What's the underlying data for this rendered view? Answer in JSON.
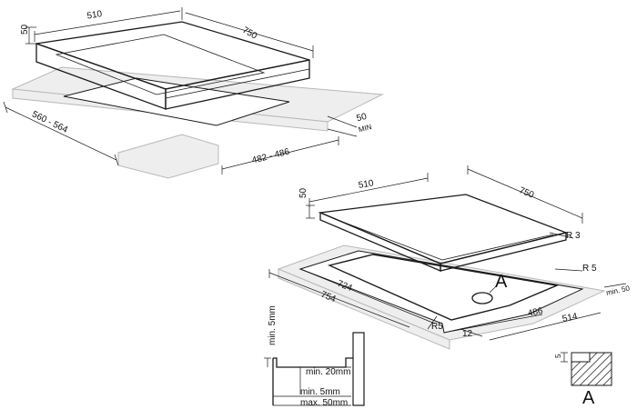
{
  "top_diagram": {
    "hob_width": "510",
    "hob_depth": "750",
    "hob_height": "50",
    "cutout_width": "560 - 564",
    "cutout_depth": "482 - 486",
    "min_clearance": "50",
    "min_clearance_unit": "MIN"
  },
  "bottom_diagram": {
    "hob_width": "510",
    "hob_depth": "750",
    "hob_height": "50",
    "corner_radius_hob": "R 3",
    "corner_radius_recess": "R 5",
    "clearance": "min. 50",
    "recess_depth_a": "724",
    "recess_depth_b": "754",
    "cutout_depth": "486",
    "recess_depth": "514",
    "corner_radius_cutout": "R5",
    "rebate": "12",
    "detail_marker": "A"
  },
  "section_detail": {
    "label_top": "min. 5mm",
    "label_mid": "min. 20mm",
    "label_low": "min. 5mm",
    "label_bottom": "max. 50mm"
  },
  "detail_a": {
    "dimension": "5",
    "caption": "A"
  }
}
